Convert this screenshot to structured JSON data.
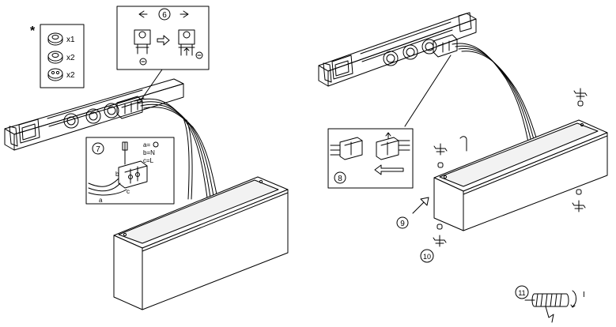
{
  "legend": {
    "marker": "*",
    "items": [
      {
        "count": "x1",
        "icon": "washer-ring"
      },
      {
        "count": "x2",
        "icon": "seal-ring"
      },
      {
        "count": "x2",
        "icon": "grommet"
      }
    ]
  },
  "steps": {
    "s6": "6",
    "s7": "7",
    "s8": "8",
    "s9": "9",
    "s10": "10",
    "s11": "11"
  },
  "wire_labels": {
    "key_a": "a=",
    "key_b": "b=N",
    "key_c": "c=L",
    "a": "a",
    "b": "b",
    "c": "c"
  },
  "rotate_label": "I"
}
